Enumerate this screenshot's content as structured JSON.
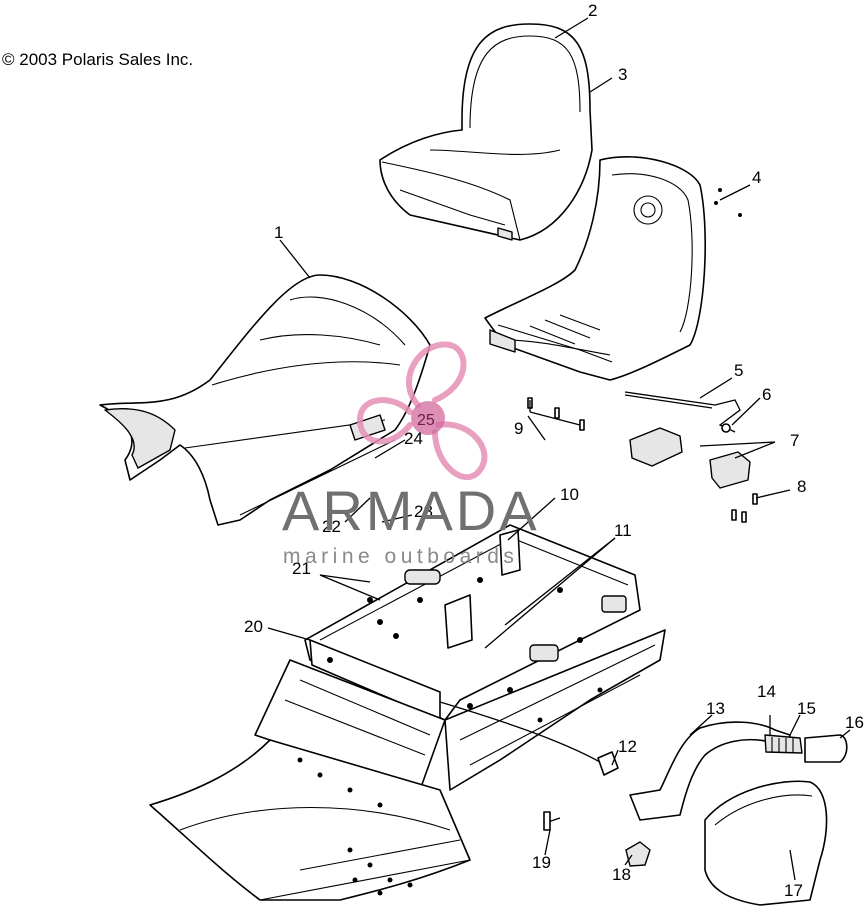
{
  "copyright": "© 2003 Polaris Sales Inc.",
  "watermark": {
    "brand": "ARMADA",
    "tagline": "marine outboards",
    "badge_number": "25",
    "colors": {
      "pink": "#e58fb6",
      "pink_dark": "#c9508d",
      "gray": "#707070"
    }
  },
  "callouts": [
    {
      "id": "c1",
      "text": "1"
    },
    {
      "id": "c2",
      "text": "2"
    },
    {
      "id": "c3",
      "text": "3"
    },
    {
      "id": "c4",
      "text": "4"
    },
    {
      "id": "c5",
      "text": "5"
    },
    {
      "id": "c6",
      "text": "6"
    },
    {
      "id": "c7",
      "text": "7"
    },
    {
      "id": "c8",
      "text": "8"
    },
    {
      "id": "c9",
      "text": "9"
    },
    {
      "id": "c10",
      "text": "10"
    },
    {
      "id": "c11",
      "text": "11"
    },
    {
      "id": "c12",
      "text": "12"
    },
    {
      "id": "c13",
      "text": "13"
    },
    {
      "id": "c14",
      "text": "14"
    },
    {
      "id": "c15",
      "text": "15"
    },
    {
      "id": "c16",
      "text": "16"
    },
    {
      "id": "c17",
      "text": "17"
    },
    {
      "id": "c18",
      "text": "18"
    },
    {
      "id": "c19",
      "text": "19"
    },
    {
      "id": "c20",
      "text": "20"
    },
    {
      "id": "c21",
      "text": "21"
    },
    {
      "id": "c22",
      "text": "22"
    },
    {
      "id": "c23",
      "text": "23"
    },
    {
      "id": "c24",
      "text": "24"
    }
  ]
}
